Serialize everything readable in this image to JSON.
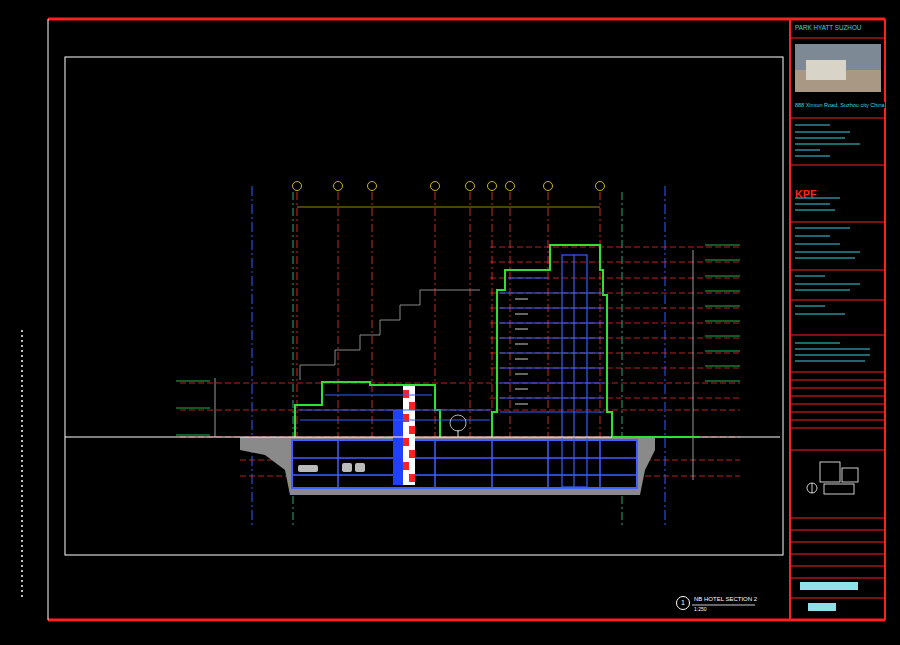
{
  "diagram": {
    "nodes": [
      {
        "text": [
          "PARK HYATT SUZHOU"
        ]
      },
      {
        "text": [
          "KPF"
        ],
        "in": 0
      },
      {
        "text": [
          "1"
        ]
      }
    ],
    "labels": [
      "888 Xinxun Road, Suzhou city China",
      "NB HOTEL SECTION 2",
      "1:250"
    ]
  }
}
